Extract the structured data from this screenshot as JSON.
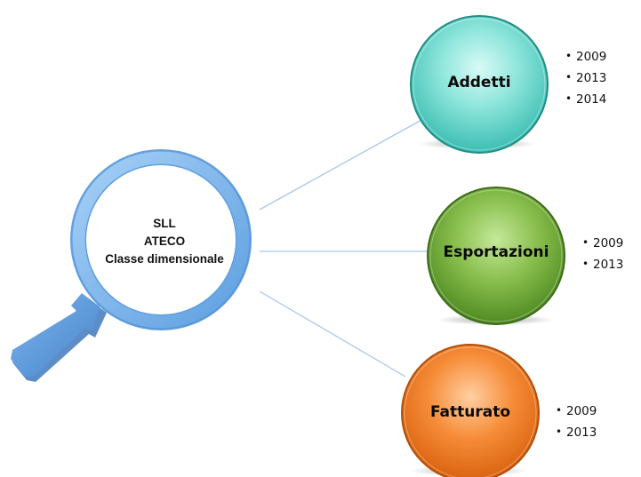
{
  "lens": {
    "lines": [
      "SLL",
      "ATECO",
      "Classe dimensionale"
    ],
    "ring_color": "#7fb8ec",
    "handle_color": "#5a98d8"
  },
  "connector_color": "#a6c8ee",
  "branches": [
    {
      "label": "Addetti",
      "color": "#7fe3d8",
      "years": [
        "2009",
        "2013",
        "2014"
      ]
    },
    {
      "label": "Esportazioni",
      "color": "#8cc04e",
      "years": [
        "2009",
        "2013"
      ]
    },
    {
      "label": "Fatturato",
      "color": "#f58e3c",
      "years": [
        "2009",
        "2013"
      ]
    }
  ]
}
